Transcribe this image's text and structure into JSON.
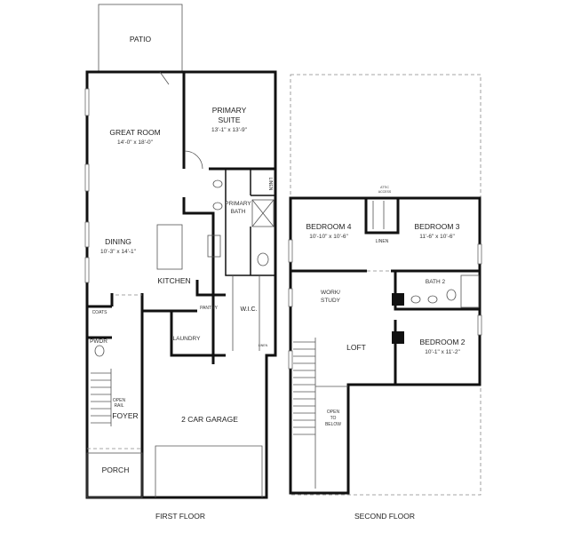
{
  "first_floor": {
    "caption": "FIRST FLOOR",
    "rooms": {
      "patio": "PATIO",
      "great_room": "GREAT ROOM",
      "great_room_dim": "14'-0\" x 18'-0\"",
      "primary_suite_1": "PRIMARY",
      "primary_suite_2": "SUITE",
      "primary_suite_dim": "13'-1\" x 13'-9\"",
      "primary_bath_1": "PRIMARY",
      "primary_bath_2": "BATH",
      "linen": "LINEN",
      "dining": "DINING",
      "dining_dim": "10'-3\" x 14'-1\"",
      "kitchen": "KITCHEN",
      "pantry": "PANTRY",
      "wic": "W.I.C.",
      "coats": "COATS",
      "pwdr": "PWDR",
      "laundry": "LAUNDRY",
      "open_rail_1": "OPEN",
      "open_rail_2": "RAIL",
      "foyer": "FOYER",
      "garage": "2 CAR GARAGE",
      "porch": "PORCH",
      "linen_small": "LINEN"
    }
  },
  "second_floor": {
    "caption": "SECOND FLOOR",
    "rooms": {
      "attic_1": "ATTIC",
      "attic_2": "ACCESS",
      "bedroom4": "BEDROOM 4",
      "bedroom4_dim": "10'-10\" x 10'-6\"",
      "bedroom3": "BEDROOM 3",
      "bedroom3_dim": "11'-6\" x 10'-6\"",
      "linen": "LINEN",
      "bath2": "BATH 2",
      "work_1": "WORK/",
      "work_2": "STUDY",
      "loft": "LOFT",
      "bedroom2": "BEDROOM 2",
      "bedroom2_dim": "10'-1\" x 11'-2\"",
      "open_1": "OPEN",
      "open_2": "TO",
      "open_3": "BELOW"
    }
  }
}
